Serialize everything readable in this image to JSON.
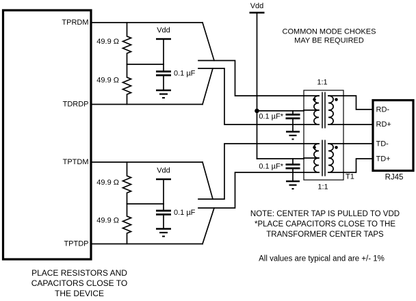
{
  "colors": {
    "background": "#ffffff",
    "wire": "#000000",
    "text": "#000000"
  },
  "device": {
    "pins": [
      "TPRDM",
      "TDRDP",
      "TPTDM",
      "TPTDP"
    ],
    "caption": [
      "PLACE RESISTORS AND",
      "CAPACITORS CLOSE TO",
      "THE DEVICE"
    ]
  },
  "labels": {
    "resistor": "49.9 Ω",
    "vdd": "Vdd",
    "cap_local": "0.1 µF",
    "cap_center_tap": "0.1 µF*"
  },
  "transformer": {
    "ratio_top": "1:1",
    "ratio_bottom": "1:1",
    "designator": "T1"
  },
  "rj45": {
    "label": "RJ45",
    "pins": [
      "RD-",
      "RD+",
      "TD-",
      "TD+"
    ]
  },
  "notes": {
    "chokes": [
      "COMMON MODE CHOKES",
      "MAY BE REQUIRED"
    ],
    "center_tap": [
      "NOTE: CENTER TAP IS PULLED TO VDD",
      "*PLACE CAPACITORS CLOSE TO THE",
      "TRANSFORMER CENTER TAPS"
    ],
    "tolerance": "All values are typical and are +/- 1%"
  }
}
